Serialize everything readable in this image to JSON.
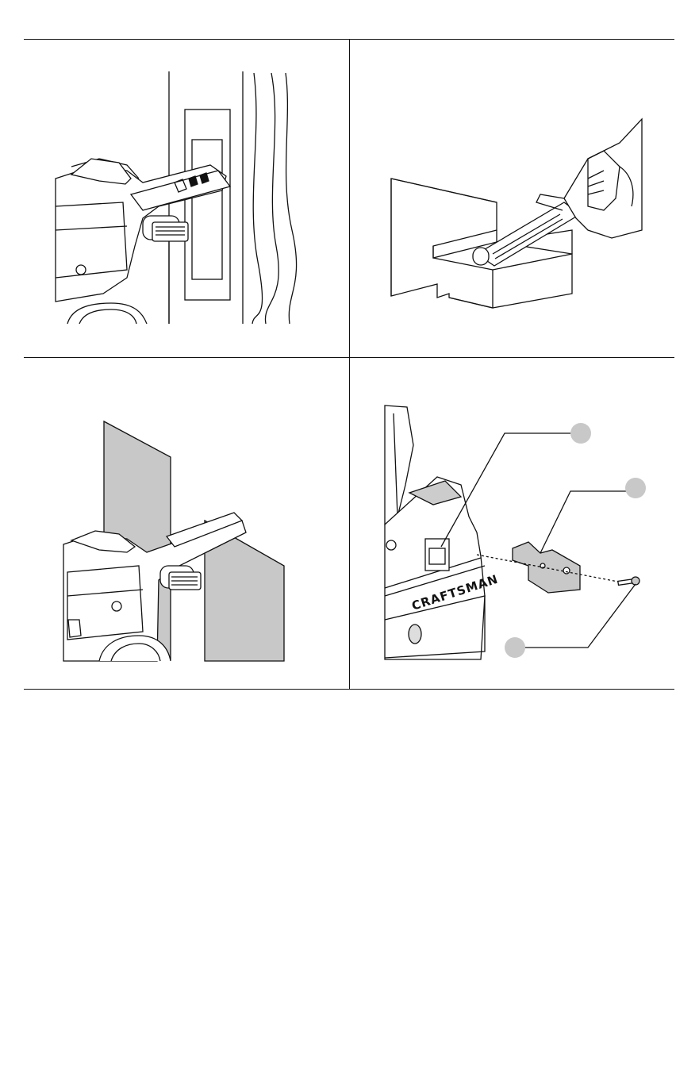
{
  "figures": [
    {
      "id": "fig-a",
      "callouts": []
    },
    {
      "id": "fig-b",
      "callouts": []
    },
    {
      "id": "fig-c",
      "callouts": []
    },
    {
      "id": "fig-d",
      "callouts": [
        "",
        "",
        ""
      ]
    }
  ],
  "brand_text": "CRAFTSMAN",
  "colors": {
    "line": "#111111",
    "panel_fill": "#c8c8c8",
    "callout_fill": "#c8c8c8",
    "block_fill": "#e6e6e6"
  }
}
